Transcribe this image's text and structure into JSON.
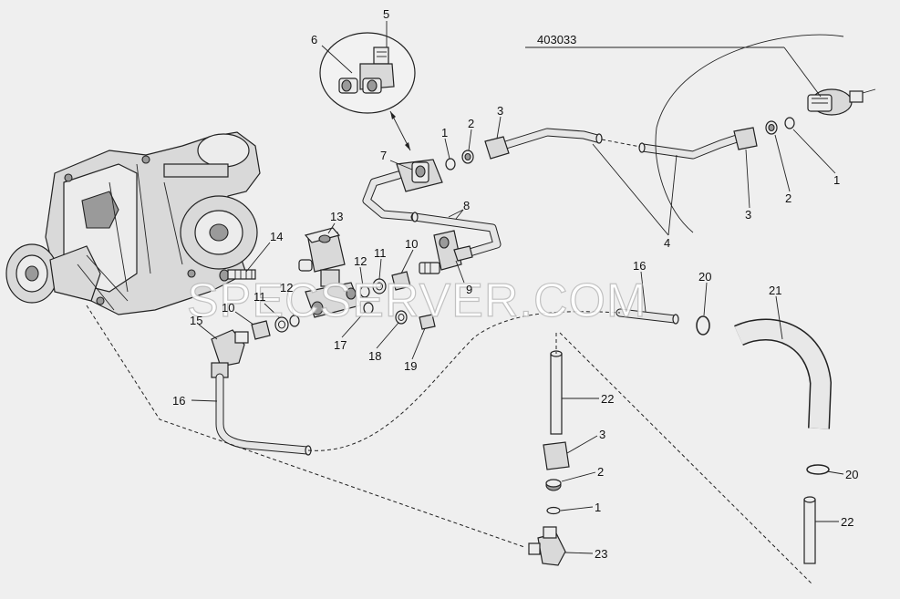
{
  "diagram": {
    "watermark": "SPECSERVER.COM",
    "reference_code": "403033",
    "callouts": [
      {
        "id": "c5",
        "text": "5"
      },
      {
        "id": "c6",
        "text": "6"
      },
      {
        "id": "c7",
        "text": "7"
      },
      {
        "id": "c1a",
        "text": "1"
      },
      {
        "id": "c2a",
        "text": "2"
      },
      {
        "id": "c3a",
        "text": "3"
      },
      {
        "id": "c8",
        "text": "8"
      },
      {
        "id": "c13",
        "text": "13"
      },
      {
        "id": "c14",
        "text": "14"
      },
      {
        "id": "c10a",
        "text": "10"
      },
      {
        "id": "c11a",
        "text": "11"
      },
      {
        "id": "c12a",
        "text": "12"
      },
      {
        "id": "c11b",
        "text": "11"
      },
      {
        "id": "c12b",
        "text": "12"
      },
      {
        "id": "c10b",
        "text": "10"
      },
      {
        "id": "c9",
        "text": "9"
      },
      {
        "id": "c15",
        "text": "15"
      },
      {
        "id": "c17",
        "text": "17"
      },
      {
        "id": "c18",
        "text": "18"
      },
      {
        "id": "c19",
        "text": "19"
      },
      {
        "id": "c16a",
        "text": "16"
      },
      {
        "id": "c16b",
        "text": "16"
      },
      {
        "id": "c20a",
        "text": "20"
      },
      {
        "id": "c21",
        "text": "21"
      },
      {
        "id": "c4",
        "text": "4"
      },
      {
        "id": "c3b",
        "text": "3"
      },
      {
        "id": "c2b",
        "text": "2"
      },
      {
        "id": "c1b",
        "text": "1"
      },
      {
        "id": "c22a",
        "text": "22"
      },
      {
        "id": "c3c",
        "text": "3"
      },
      {
        "id": "c2c",
        "text": "2"
      },
      {
        "id": "c1c",
        "text": "1"
      },
      {
        "id": "c23",
        "text": "23"
      },
      {
        "id": "c20b",
        "text": "20"
      },
      {
        "id": "c22b",
        "text": "22"
      }
    ]
  }
}
